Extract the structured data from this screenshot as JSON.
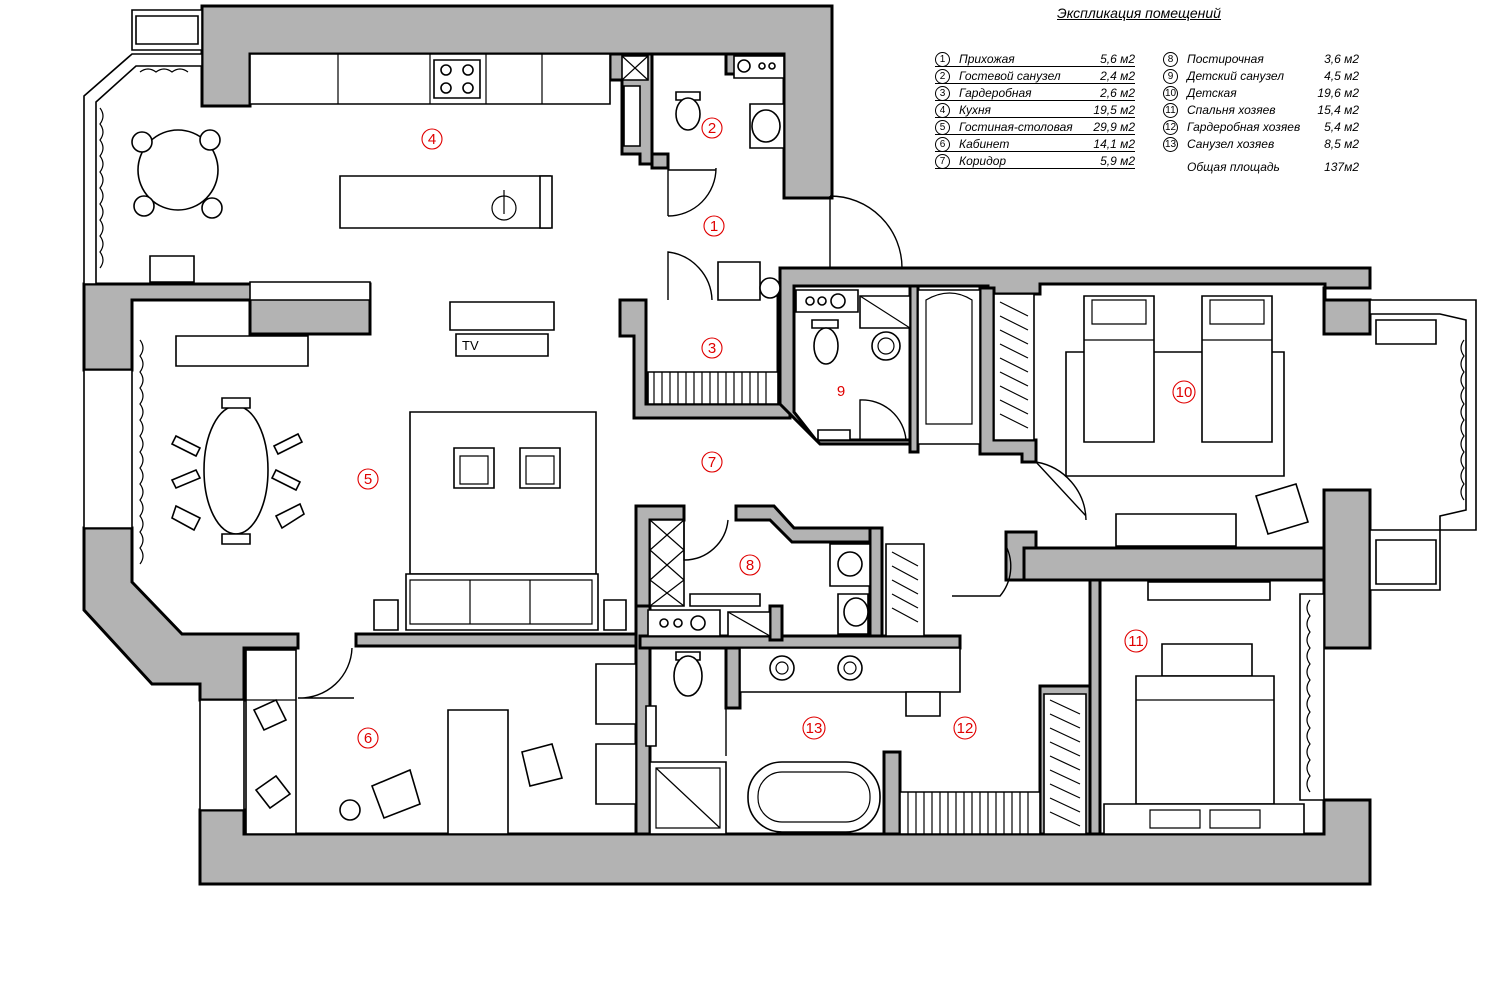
{
  "legend": {
    "title": "Экспликация помещений",
    "rooms": [
      {
        "num": "1",
        "name": "Прихожая",
        "area": "5,6 м2"
      },
      {
        "num": "2",
        "name": "Гостевой санузел",
        "area": "2,4 м2"
      },
      {
        "num": "3",
        "name": "Гардеробная",
        "area": "2,6 м2"
      },
      {
        "num": "4",
        "name": "Кухня",
        "area": "19,5 м2"
      },
      {
        "num": "5",
        "name": "Гостиная-столовая",
        "area": "29,9 м2"
      },
      {
        "num": "6",
        "name": "Кабинет",
        "area": "14,1 м2"
      },
      {
        "num": "7",
        "name": "Коридор",
        "area": "5,9 м2"
      },
      {
        "num": "8",
        "name": "Постирочная",
        "area": "3,6 м2"
      },
      {
        "num": "9",
        "name": "Детский санузел",
        "area": "4,5 м2"
      },
      {
        "num": "10",
        "name": "Детская",
        "area": "19,6 м2"
      },
      {
        "num": "11",
        "name": "Спальня хозяев",
        "area": "15,4 м2"
      },
      {
        "num": "12",
        "name": "Гардеробная  хозяев",
        "area": "5,4 м2"
      },
      {
        "num": "13",
        "name": "Санузел хозяев",
        "area": "8,5 м2"
      }
    ],
    "total_label": "Общая площадь",
    "total_value": "137м2"
  },
  "plan": {
    "tv_label": "TV",
    "room_numbers": [
      "1",
      "2",
      "3",
      "4",
      "5",
      "6",
      "7",
      "8",
      "9",
      "10",
      "11",
      "12",
      "13"
    ]
  },
  "colors": {
    "wall_fill": "#b3b3b3",
    "line": "#000000",
    "room_number": "#e00000",
    "background": "#ffffff"
  }
}
